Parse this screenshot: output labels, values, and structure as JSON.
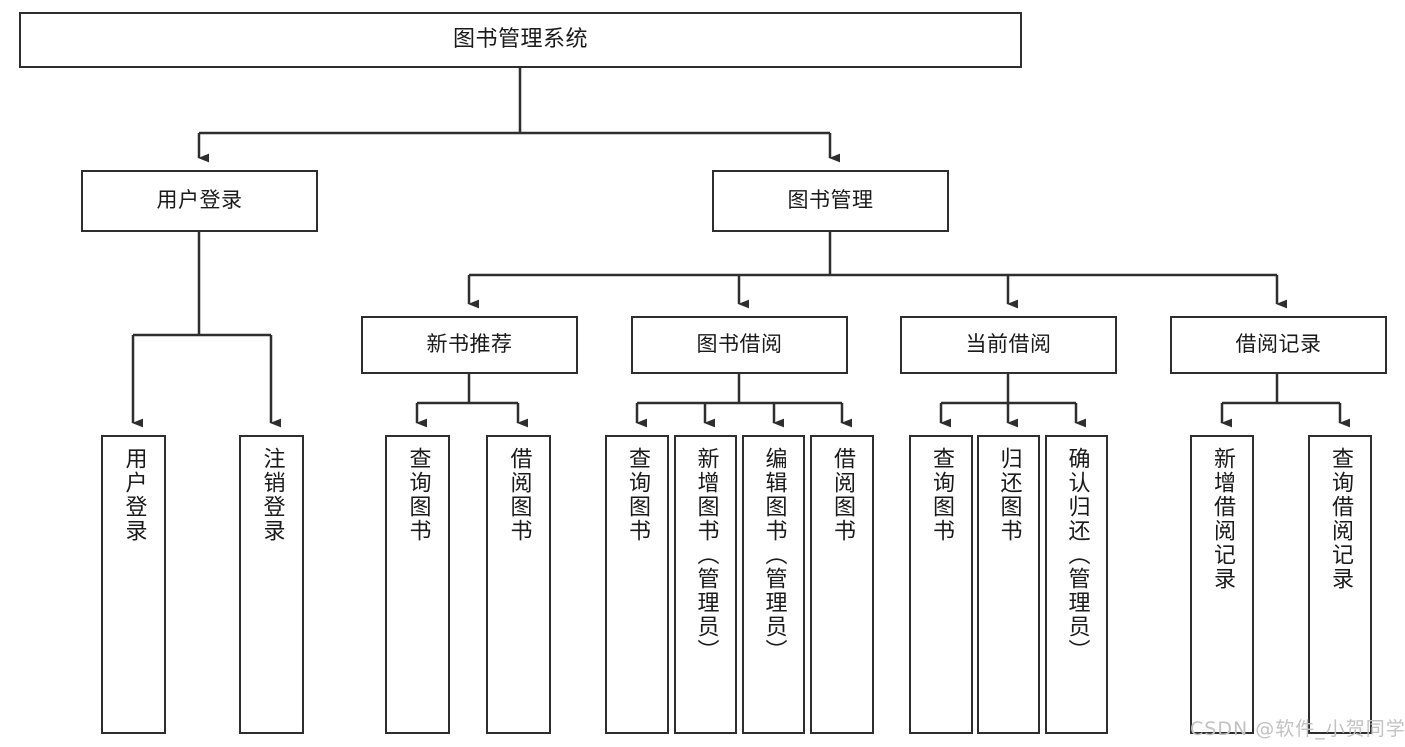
{
  "diagram": {
    "title": "图书管理系统",
    "type": "tree-hierarchy",
    "root": {
      "label": "图书管理系统"
    },
    "level2": [
      {
        "id": "user-login",
        "label": "用户登录"
      },
      {
        "id": "book-management",
        "label": "图书管理"
      }
    ],
    "level3": [
      {
        "id": "new-book-recommend",
        "label": "新书推荐",
        "parent": "book-management"
      },
      {
        "id": "book-borrow",
        "label": "图书借阅",
        "parent": "book-management"
      },
      {
        "id": "current-borrow",
        "label": "当前借阅",
        "parent": "book-management"
      },
      {
        "id": "borrow-record",
        "label": "借阅记录",
        "parent": "book-management"
      }
    ],
    "leaves": {
      "user-login": [
        {
          "id": "leaf-user-login",
          "label": "用户登录"
        },
        {
          "id": "leaf-user-logout",
          "label": "注销登录"
        }
      ],
      "new-book-recommend": [
        {
          "id": "leaf-query-book-1",
          "label": "查询图书"
        },
        {
          "id": "leaf-borrow-book-1",
          "label": "借阅图书"
        }
      ],
      "book-borrow": [
        {
          "id": "leaf-query-book-2",
          "label": "查询图书"
        },
        {
          "id": "leaf-add-book",
          "label": "新增图书（管理员）"
        },
        {
          "id": "leaf-edit-book",
          "label": "编辑图书（管理员）"
        },
        {
          "id": "leaf-borrow-book-2",
          "label": "借阅图书"
        }
      ],
      "current-borrow": [
        {
          "id": "leaf-query-book-3",
          "label": "查询图书"
        },
        {
          "id": "leaf-return-book",
          "label": "归还图书"
        },
        {
          "id": "leaf-confirm-return",
          "label": "确认归还（管理员）"
        }
      ],
      "borrow-record": [
        {
          "id": "leaf-add-record",
          "label": "新增借阅记录"
        },
        {
          "id": "leaf-query-record",
          "label": "查询借阅记录"
        }
      ]
    },
    "colors": {
      "stroke": "#2e2e2e",
      "fill": "#ffffff",
      "text": "#1a1a1a",
      "watermark": "#c2c2c2"
    }
  },
  "watermark": {
    "text": "CSDN @软件_小贺同学"
  }
}
